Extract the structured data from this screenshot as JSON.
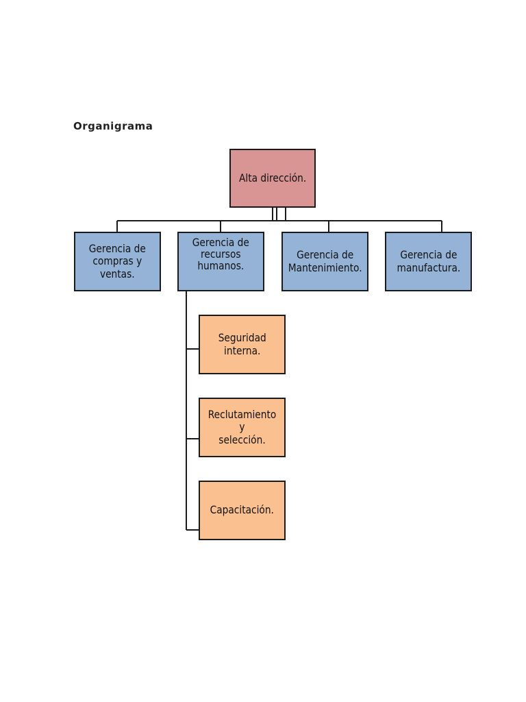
{
  "document": {
    "title": "Organigrama"
  },
  "org_chart": {
    "top": {
      "label": "Alta dirección."
    },
    "managers": [
      {
        "label": "Gerencia  de\ncompras y\nventas."
      },
      {
        "label": "Gerencia de\nrecursos\nhumanos."
      },
      {
        "label": "Gerencia de\nMantenimiento."
      },
      {
        "label": "Gerencia de\nmanufactura."
      }
    ],
    "hr_units": [
      {
        "label": "Seguridad\ninterna."
      },
      {
        "label": "Reclutamiento y\nselección."
      },
      {
        "label": "Capacitación."
      }
    ]
  },
  "colors": {
    "top_fill": "#d99594",
    "manager_fill": "#95b3d7",
    "unit_fill": "#fac090",
    "border": "#1a1a1a"
  }
}
